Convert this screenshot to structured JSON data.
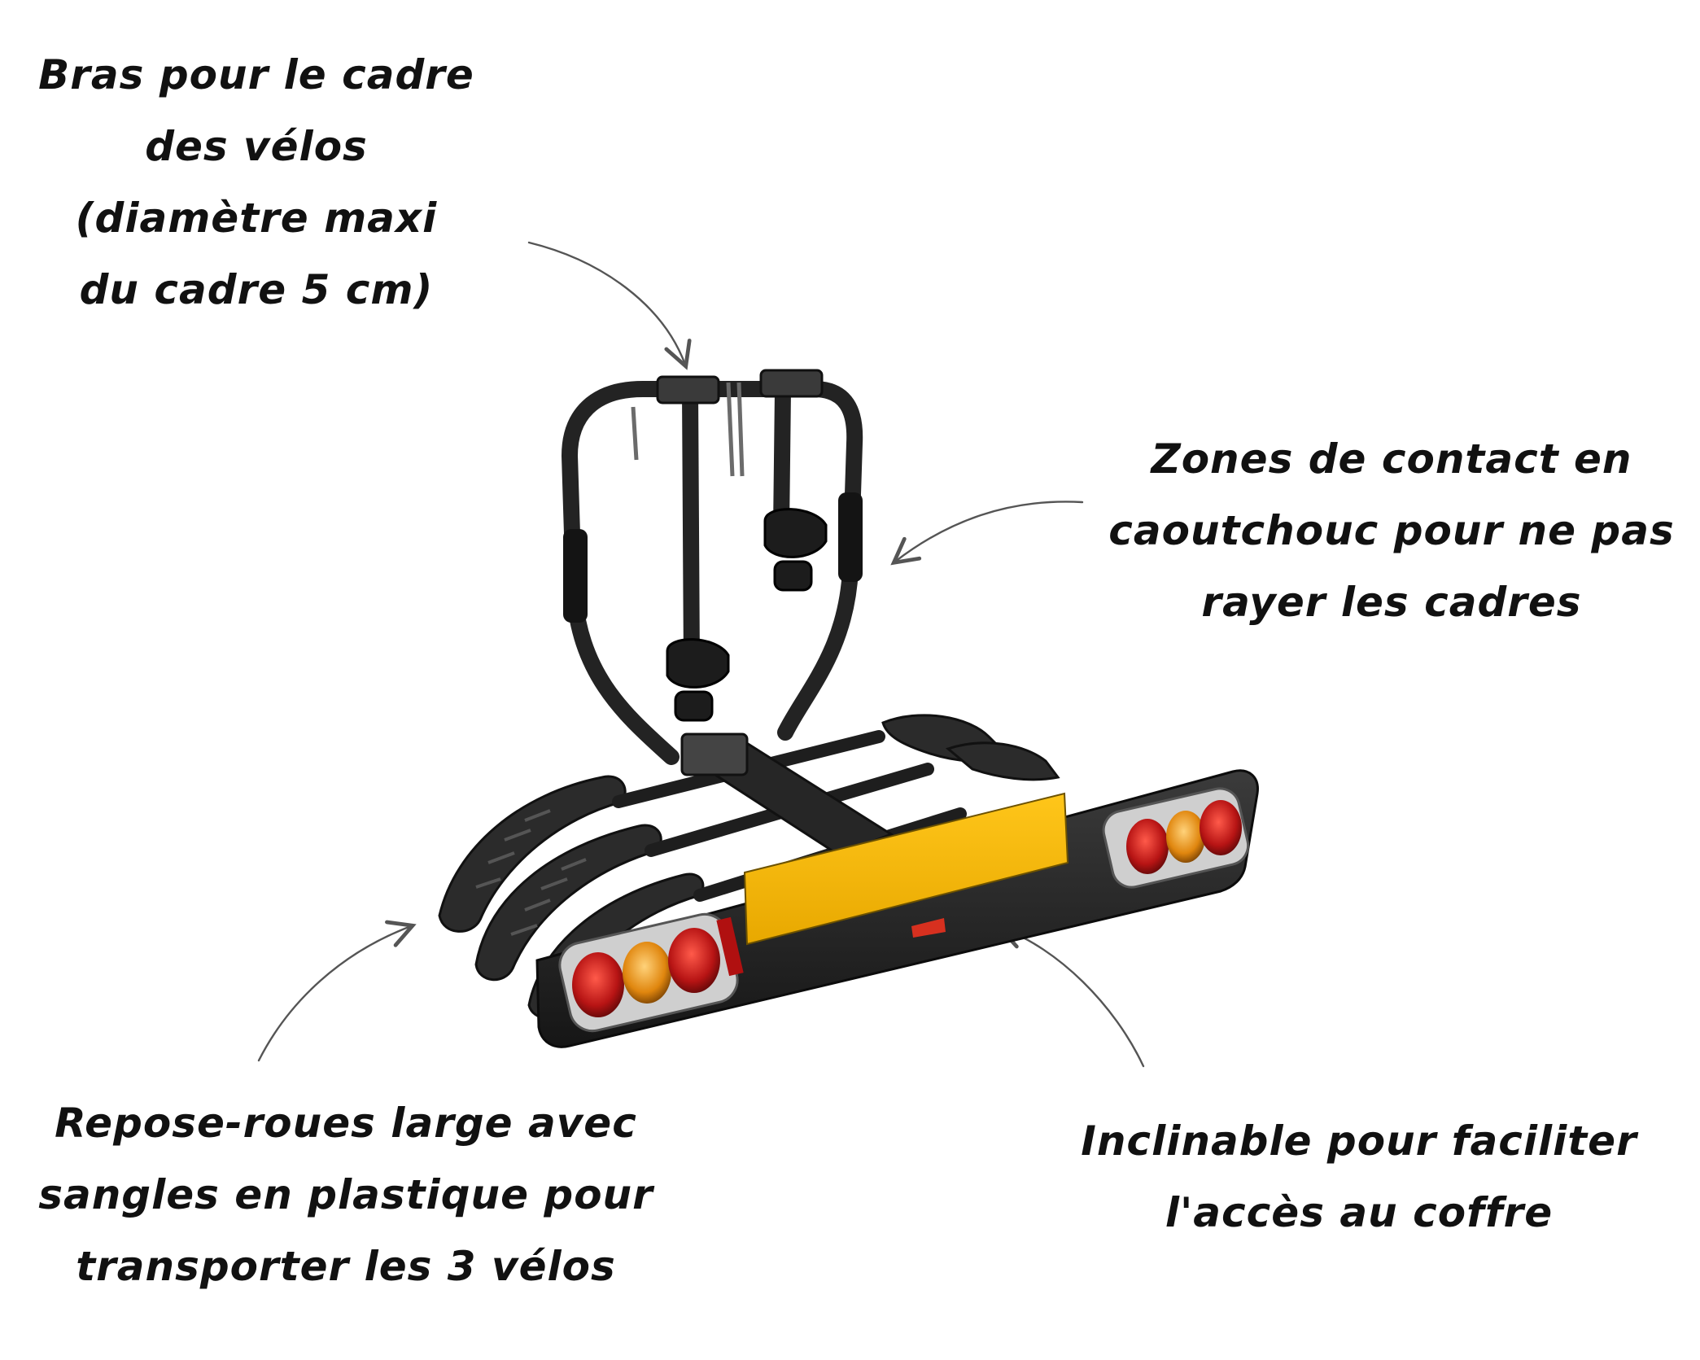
{
  "callouts": {
    "frame_arms": {
      "line1": "Bras pour le cadre",
      "line2": "des vélos",
      "line3": "(diamètre maxi",
      "line4": "du cadre 5 cm)"
    },
    "rubber_contact": {
      "line1": "Zones de contact en",
      "line2": "caoutchouc pour ne pas",
      "line3": "rayer les cadres"
    },
    "wheel_rests": {
      "line1": "Repose-roues large avec",
      "line2": "sangles en plastique pour",
      "line3": "transporter les 3 vélos"
    },
    "tilting": {
      "line1": "Inclinable pour faciliter",
      "line2": "l'accès au coffre"
    }
  },
  "colors": {
    "text": "#111111",
    "frame": "#2a2a2a",
    "plate": "#f2b600",
    "light_red": "#c81e1e",
    "light_amber": "#e08a10",
    "background": "#ffffff"
  },
  "icons": {
    "product": "bike-carrier-3-bikes",
    "pointer": "hand-drawn-arrow"
  }
}
